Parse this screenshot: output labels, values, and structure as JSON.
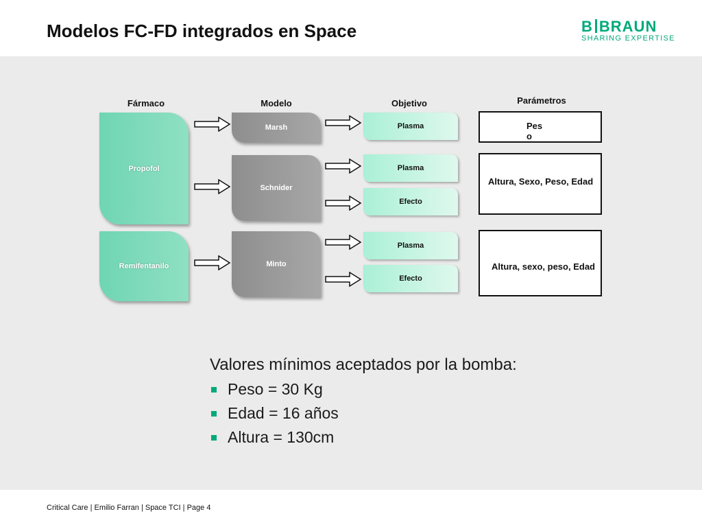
{
  "title": "Modelos FC-FD integrados en Space",
  "logo": {
    "brand_left": "B",
    "brand_right": "BRAUN",
    "tagline": "SHARING EXPERTISE"
  },
  "headers": {
    "farmaco": "Fármaco",
    "modelo": "Modelo",
    "objetivo": "Objetivo",
    "parametros": "Parámetros"
  },
  "drugs": [
    "Propofol",
    "Remifentanilo"
  ],
  "models": [
    "Marsh",
    "Schnider",
    "Minto"
  ],
  "targets": [
    "Plasma",
    "Plasma",
    "Efecto",
    "Plasma",
    "Efecto"
  ],
  "params": [
    "Pes\no",
    "Altura,  Sexo, Peso, Edad",
    "Altura,  sexo, peso, Edad"
  ],
  "notes": {
    "heading": "Valores mínimos aceptados por la bomba:",
    "items": [
      "Peso = 30 Kg",
      "Edad = 16 años",
      "Altura = 130cm"
    ]
  },
  "footer": "Critical Care | Emilio Farran | Space TCI | Page  4",
  "colors": {
    "accent": "#00a97a",
    "drug": "#7fdbbb",
    "model": "#9a9a9a",
    "target": "#c6f4e3"
  }
}
